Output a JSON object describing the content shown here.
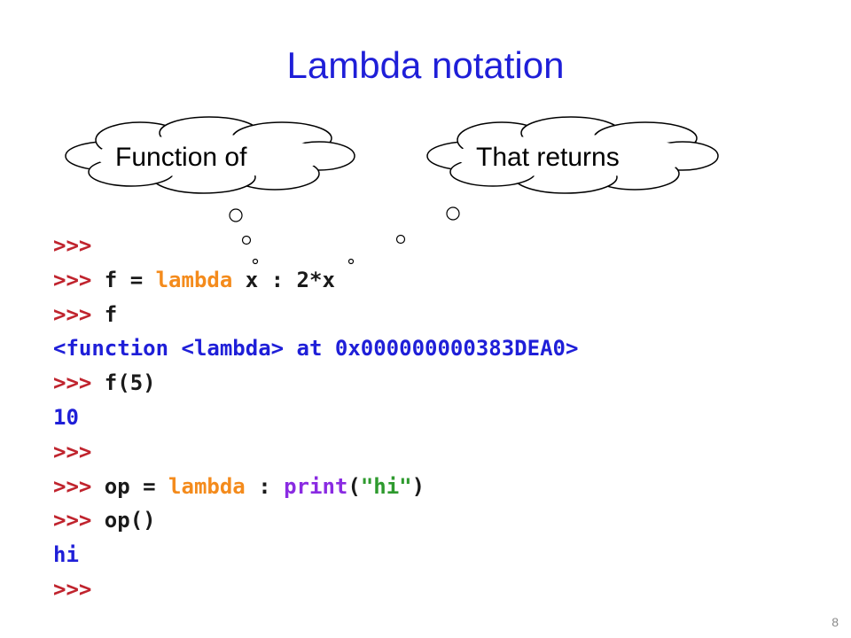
{
  "slide": {
    "title": "Lambda notation",
    "page_number": "8"
  },
  "callouts": {
    "left": "Function of",
    "right": "That returns"
  },
  "code": {
    "l1": {
      "prompt": ">>>"
    },
    "l2": {
      "prompt": ">>> ",
      "a": "f = ",
      "kw": "lambda",
      "b": " x : 2*x"
    },
    "l3": {
      "prompt": ">>> ",
      "a": "f"
    },
    "l4": {
      "out": "<function <lambda> at 0x000000000383DEA0>"
    },
    "l5": {
      "prompt": ">>> ",
      "a": "f(5)"
    },
    "l6": {
      "out": "10"
    },
    "l7": {
      "prompt": ">>>"
    },
    "l8": {
      "prompt": ">>> ",
      "a": "op = ",
      "kw": "lambda",
      "b": " : ",
      "fn": "print",
      "c": "(",
      "str": "\"hi\"",
      "d": ")"
    },
    "l9": {
      "prompt": ">>> ",
      "a": "op()"
    },
    "l10": {
      "out": "hi"
    },
    "l11": {
      "prompt": ">>>"
    }
  },
  "colors": {
    "title": "#1f1fd8",
    "prompt": "#c0242e",
    "keyword": "#f48b1c",
    "builtin": "#8a2be2",
    "string": "#2e9a2e",
    "output": "#1f1fd8"
  }
}
